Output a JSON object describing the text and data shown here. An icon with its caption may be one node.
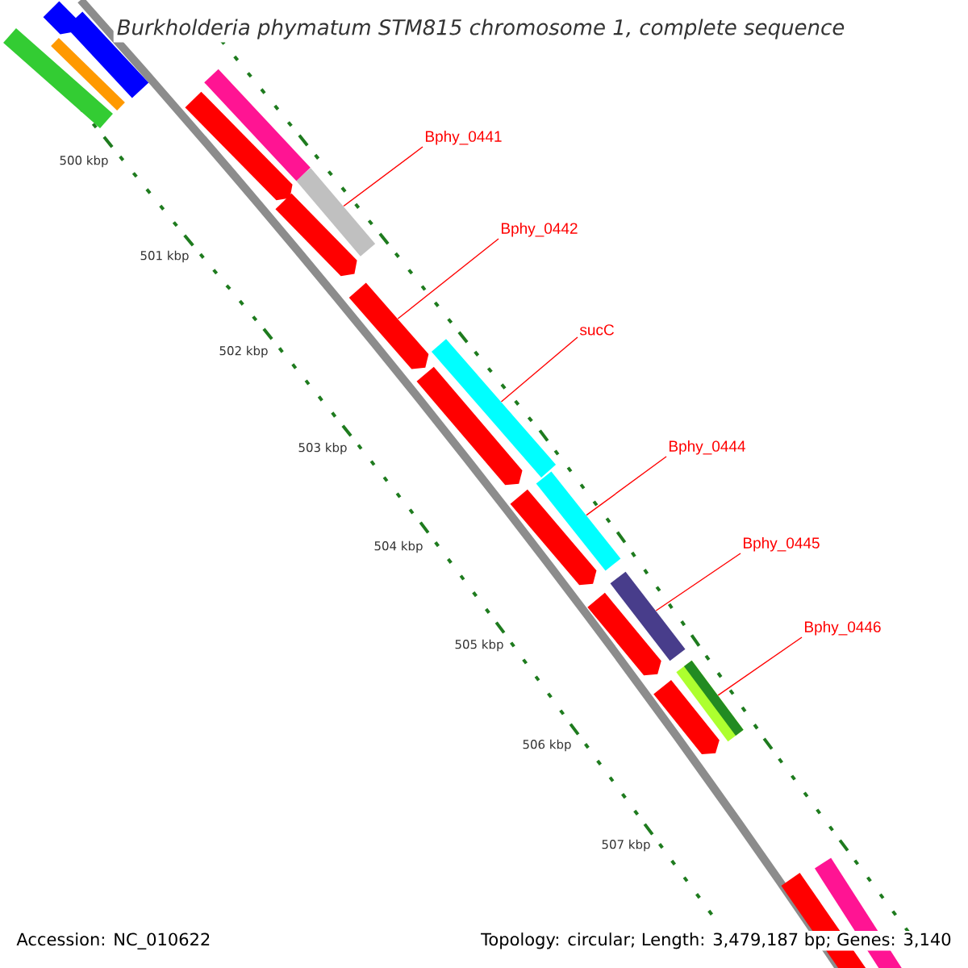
{
  "diagram": {
    "title": "Burkholderia phymatum STM815 chromosome 1, complete sequence",
    "nodes": [
      {
        "text": [
          "Bphy_0441"
        ]
      },
      {
        "text": [
          "Bphy_0442"
        ]
      },
      {
        "text": [
          "sucC"
        ]
      },
      {
        "text": [
          "Bphy_0444"
        ]
      },
      {
        "text": [
          "Bphy_0445"
        ]
      },
      {
        "text": [
          "Bphy_0446"
        ]
      },
      {
        "text": [],
        "shape": "bar"
      },
      {
        "text": [],
        "shape": "arrow"
      },
      {
        "text": [],
        "shape": "bar"
      },
      {
        "text": [],
        "shape": "bar"
      },
      {
        "text": [],
        "shape": "bar"
      },
      {
        "text": [],
        "shape": "bar"
      },
      {
        "text": [],
        "shape": "bar"
      },
      {
        "text": [],
        "shape": "bar"
      },
      {
        "text": [],
        "shape": "arrow"
      },
      {
        "text": [],
        "shape": "bar"
      },
      {
        "text": [],
        "shape": "arrow"
      },
      {
        "text": [],
        "shape": "bar"
      },
      {
        "text": [],
        "shape": "arrow"
      },
      {
        "text": [],
        "shape": "arrow"
      },
      {
        "text": [],
        "shape": "arrow"
      },
      {
        "text": [],
        "shape": "arrow"
      },
      {
        "text": [],
        "shape": "arrow"
      },
      {
        "text": [],
        "shape": "bar"
      },
      {
        "text": [],
        "shape": "bar"
      }
    ],
    "edges": [
      {
        "from": 0,
        "to": 6,
        "arrow": "none"
      },
      {
        "from": 1,
        "to": 7,
        "arrow": "none"
      },
      {
        "from": 2,
        "to": 8,
        "arrow": "none"
      },
      {
        "from": 3,
        "to": 9,
        "arrow": "none"
      },
      {
        "from": 4,
        "to": 10,
        "arrow": "none"
      },
      {
        "from": 5,
        "to": 11,
        "arrow": "none"
      }
    ],
    "labels": [
      "500 kbp",
      "501 kbp",
      "502 kbp",
      "503 kbp",
      "504 kbp",
      "505 kbp",
      "506 kbp",
      "507 kbp",
      "Accession: NC_010622",
      "Topology: circular; Length: 3,479,187 bp; Genes: 3,140"
    ]
  }
}
